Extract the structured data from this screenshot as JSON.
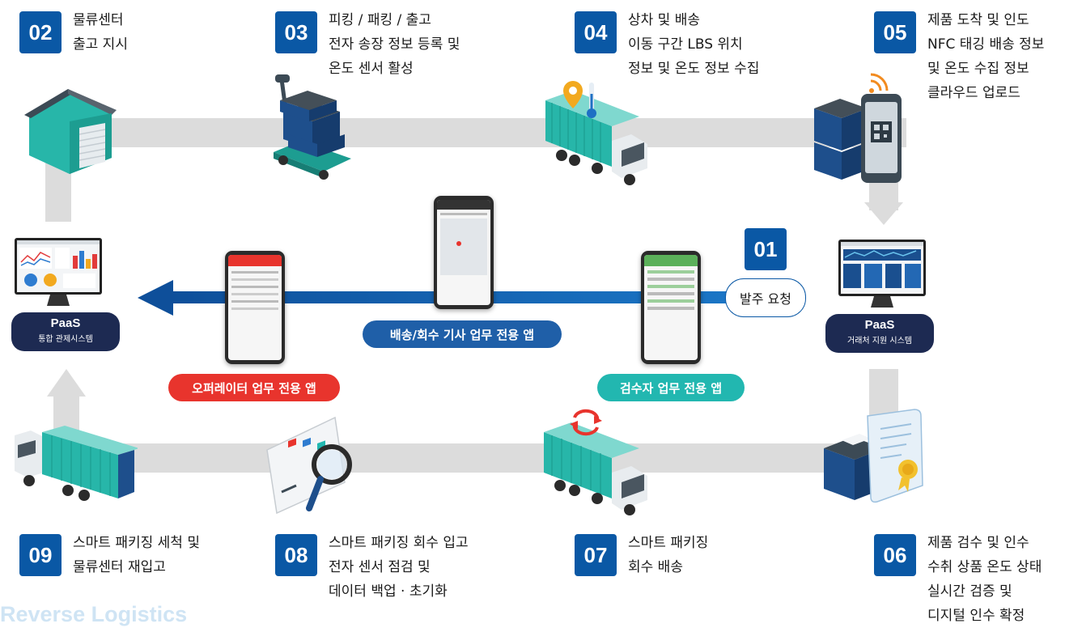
{
  "steps": {
    "s01": {
      "num": "01",
      "label": "발주 요청"
    },
    "s02": {
      "num": "02",
      "lines": [
        "물류센터",
        "출고 지시"
      ]
    },
    "s03": {
      "num": "03",
      "lines": [
        "피킹 / 패킹 / 출고",
        "전자 송장 정보 등록 및",
        "온도 센서 활성"
      ]
    },
    "s04": {
      "num": "04",
      "lines": [
        "상차 및 배송",
        "이동 구간 LBS 위치",
        "정보 및 온도 정보 수집"
      ]
    },
    "s05": {
      "num": "05",
      "lines": [
        "제품 도착 및 인도",
        "NFC 태깅 배송 정보",
        "및  온도 수집 정보",
        "클라우드  업로드"
      ]
    },
    "s06": {
      "num": "06",
      "lines": [
        "제품 검수 및 인수",
        "수취 상품 온도 상태",
        "실시간 검증 및",
        "디지털 인수 확정"
      ]
    },
    "s07": {
      "num": "07",
      "lines": [
        "스마트 패키징",
        "회수 배송"
      ]
    },
    "s08": {
      "num": "08",
      "lines": [
        "스마트 패키징 회수 입고",
        "전자 센서 점검 및",
        "데이터 백업 · 초기화"
      ]
    },
    "s09": {
      "num": "09",
      "lines": [
        "스마트 패키징 세척 및",
        "물류센터 재입고"
      ]
    }
  },
  "apps": {
    "driver": "배송/회수 기사 업무 전용 앱",
    "operator": "오퍼레이터 업무 전용 앱",
    "inspector": "검수자 업무 전용 앱"
  },
  "systems": {
    "left": {
      "title": "PaaS",
      "subtitle": "통합 관제시스템"
    },
    "right": {
      "title": "PaaS",
      "subtitle": "거래처 지원 시스템"
    }
  },
  "footer": {
    "label": "Reverse Logistics"
  },
  "colors": {
    "badge": "#0a58a5",
    "driver_pill": "#1f5fa8",
    "operator_pill": "#e8342d",
    "inspector_pill": "#22b7b0",
    "arrow": "#1560ad",
    "track": "#dcdcdc",
    "container": "#2bb9ab",
    "paas": "#1d2a52"
  }
}
